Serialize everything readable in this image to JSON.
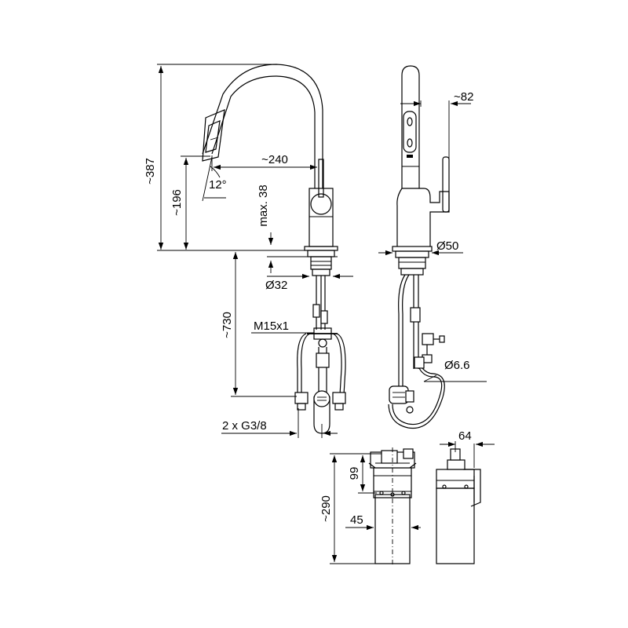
{
  "dimensions": {
    "height_total": "~387",
    "height_spout": "~196",
    "reach": "~240",
    "angle": "12°",
    "max_thickness": "max. 38",
    "hole_diameter": "Ø32",
    "under_length": "~730",
    "thread": "M15x1",
    "connections": "2 x G3/8",
    "offset_side": "~82",
    "base_diameter": "Ø50",
    "hose_diameter": "Ø6.6",
    "box_depth": "64",
    "box_top": "99",
    "box_height": "~290",
    "box_width": "45"
  }
}
